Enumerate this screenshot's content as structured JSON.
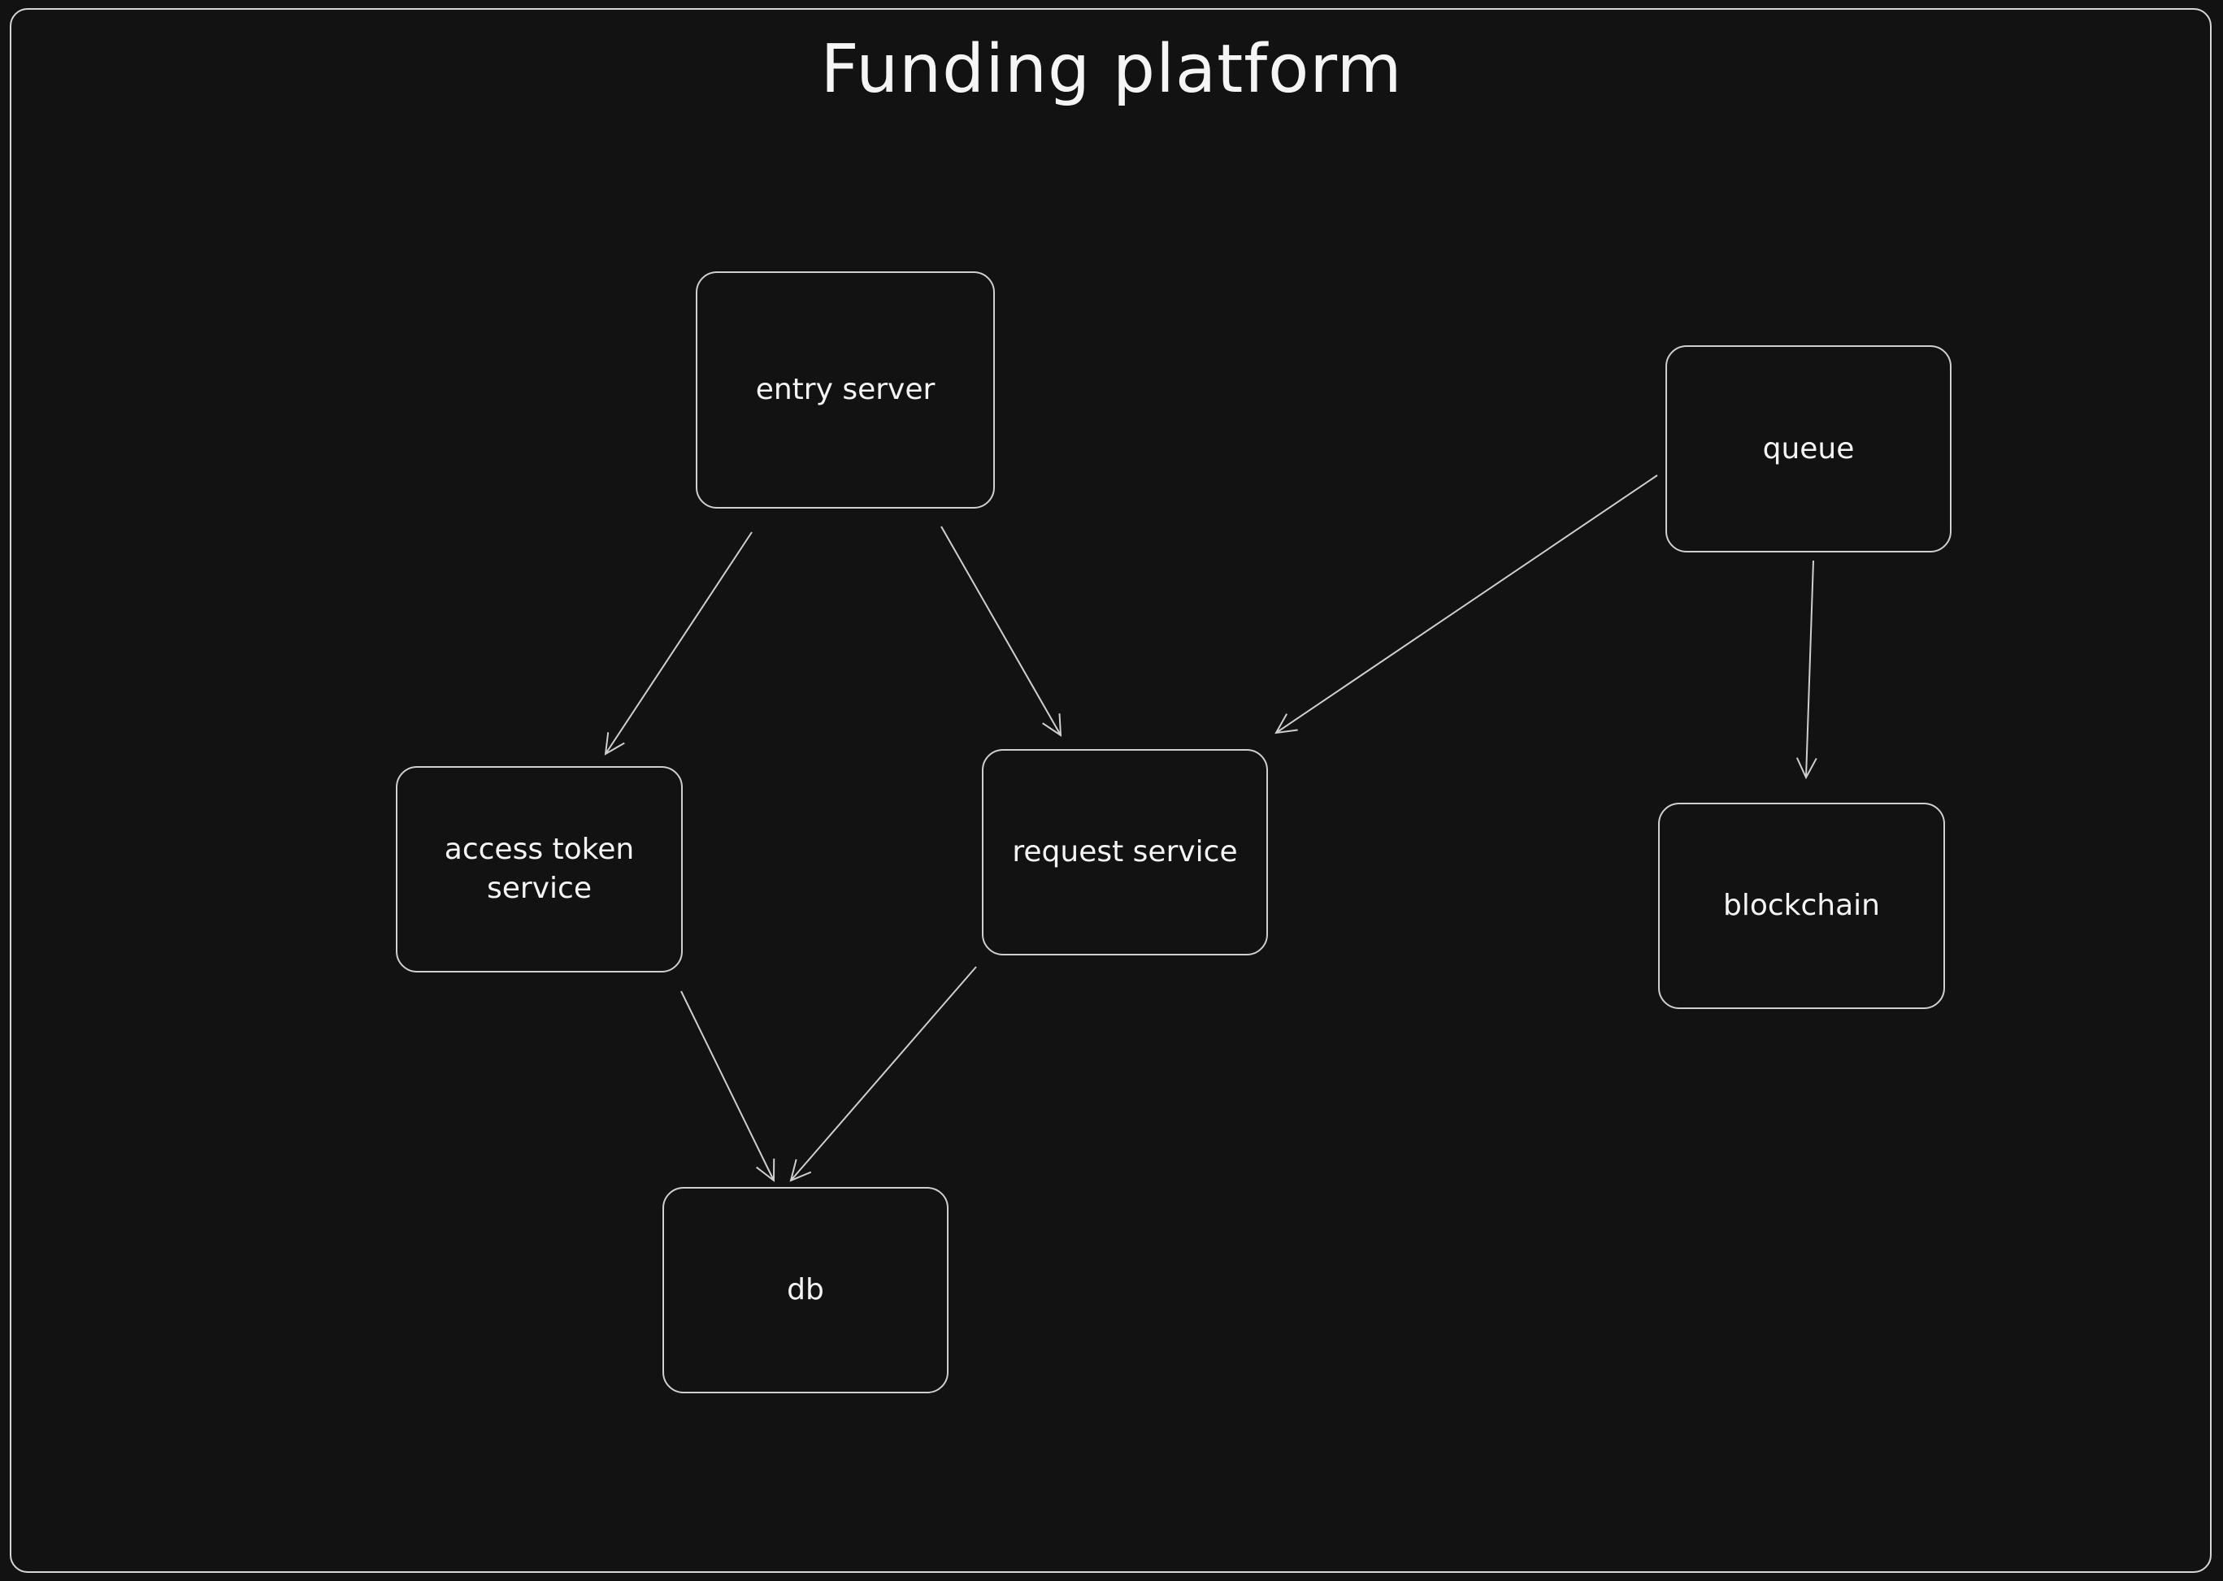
{
  "title": "Funding platform",
  "nodes": {
    "entry_server": {
      "label": "entry server"
    },
    "queue": {
      "label": "queue"
    },
    "access_token_service": {
      "label": "access token service"
    },
    "request_service": {
      "label": "request service"
    },
    "blockchain": {
      "label": "blockchain"
    },
    "db": {
      "label": "db"
    }
  },
  "edges": [
    {
      "from": "entry_server",
      "to": "access_token_service"
    },
    {
      "from": "entry_server",
      "to": "request_service"
    },
    {
      "from": "queue",
      "to": "request_service"
    },
    {
      "from": "queue",
      "to": "blockchain"
    },
    {
      "from": "access_token_service",
      "to": "db"
    },
    {
      "from": "request_service",
      "to": "db"
    }
  ],
  "colors": {
    "background": "#121212",
    "stroke": "#cfcfcf",
    "text": "#f4f4f4"
  }
}
